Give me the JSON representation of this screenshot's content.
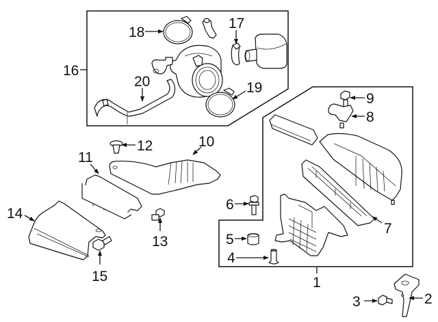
{
  "diagram": {
    "type": "exploded-parts-diagram",
    "subject": "air cleaner / intake assembly",
    "callouts": {
      "c1": "1",
      "c2": "2",
      "c3": "3",
      "c4": "4",
      "c5": "5",
      "c6": "6",
      "c7": "7",
      "c8": "8",
      "c9": "9",
      "c10": "10",
      "c11": "11",
      "c12": "12",
      "c13": "13",
      "c14": "14",
      "c15": "15",
      "c16": "16",
      "c17": "17",
      "c18": "18",
      "c19": "19",
      "c20": "20"
    },
    "groups": [
      {
        "callout": "16",
        "members": [
          "17",
          "18",
          "19",
          "20"
        ],
        "description": "throttle/intake hose sub-assembly box"
      },
      {
        "callout": "1",
        "members": [
          "4",
          "5",
          "6",
          "7",
          "8",
          "9"
        ],
        "description": "air cleaner assembly box"
      }
    ],
    "colors": {
      "line": "#111111",
      "background": "#ffffff"
    }
  }
}
